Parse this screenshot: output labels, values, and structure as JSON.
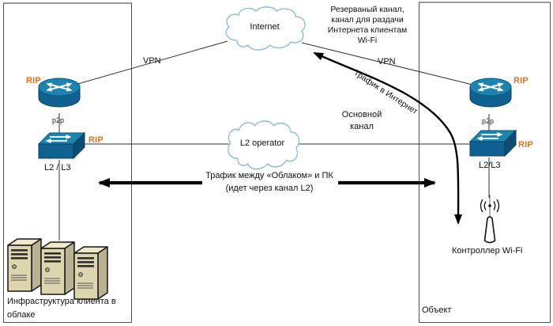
{
  "clouds": {
    "internet": "Internet",
    "l2_operator": "L2 operator"
  },
  "labels": {
    "vpn_left": "VPN",
    "vpn_right": "VPN",
    "rip": "RIP",
    "p2p": "p2p",
    "l2l3_left": "L2 / L3",
    "l2l3_right": "L2/L3"
  },
  "annotations": {
    "reserve_channel": [
      "Резерваный канал,",
      "канал для раздачи",
      "Интернета клиентам",
      "Wi-Fi"
    ],
    "traffic_to_internet": "Трафик в Интернет",
    "main_channel": [
      "Основной",
      "канал"
    ],
    "l2_traffic": [
      "Трафик между «Облаком» и ПК",
      "(идет через канал L2)"
    ]
  },
  "nodes": {
    "cloud_infrastructure_caption": "Инфраструктура клиента в облаке",
    "wifi_controller_caption": "Контроллер Wi-Fi",
    "site_caption": "Объект"
  },
  "colors": {
    "device_blue_top": "#1d84b0",
    "device_blue_front": "#0e6190",
    "device_blue_side": "#0a4d73",
    "rip_orange": "#e2711d",
    "cloud_stroke": "#8fbccf",
    "server_front": "#ddd5b0",
    "server_side": "#b9b191",
    "server_top": "#efe8ca",
    "arrow_black": "#000000"
  }
}
